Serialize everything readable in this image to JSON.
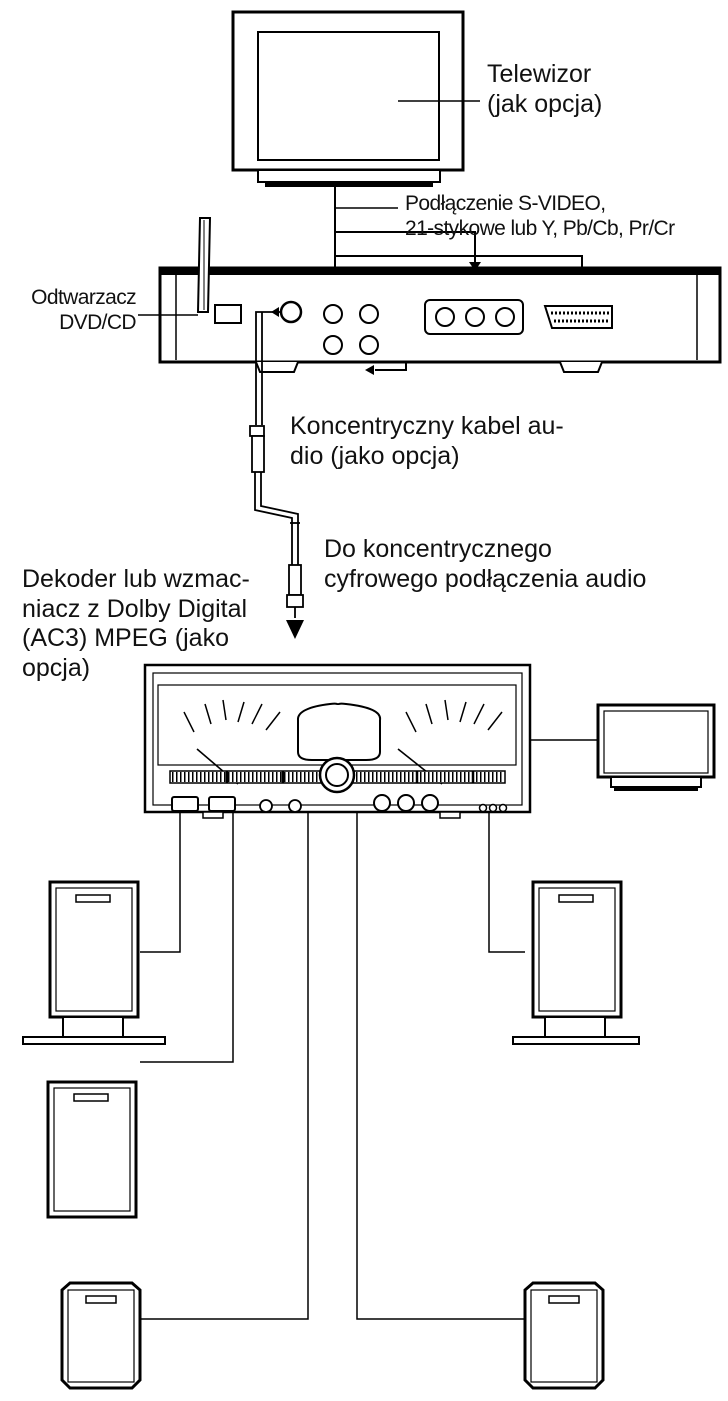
{
  "labels": {
    "tv": [
      "Telewizor",
      "(jak opcja)"
    ],
    "connection_video": [
      "Podłączenie S-VIDEO,",
      "21-stykowe lub Y, Pb/Cb, Pr/Cr"
    ],
    "player": [
      "Odtwarzacz",
      "DVD/CD"
    ],
    "coax_cable": [
      "Koncentryczny kabel au-",
      "dio (jako opcja)"
    ],
    "coax_input": [
      "Do koncentrycznego",
      "cyfrowego podłączenia audio"
    ],
    "decoder": [
      "Dekoder lub wzmac-",
      "niacz z Dolby Digital",
      "(AC3) MPEG (jako",
      "opcja)"
    ]
  },
  "icons": {
    "tv": "crt-television-icon",
    "player": "dvd-player-icon",
    "cable": "coaxial-plug-icon",
    "decoder": "av-receiver-icon",
    "speaker": "speaker-icon",
    "subwoofer": "subwoofer-icon",
    "monitor": "small-monitor-icon"
  },
  "colors": {
    "line": "#000000",
    "text": "#111111",
    "background": "#ffffff"
  }
}
